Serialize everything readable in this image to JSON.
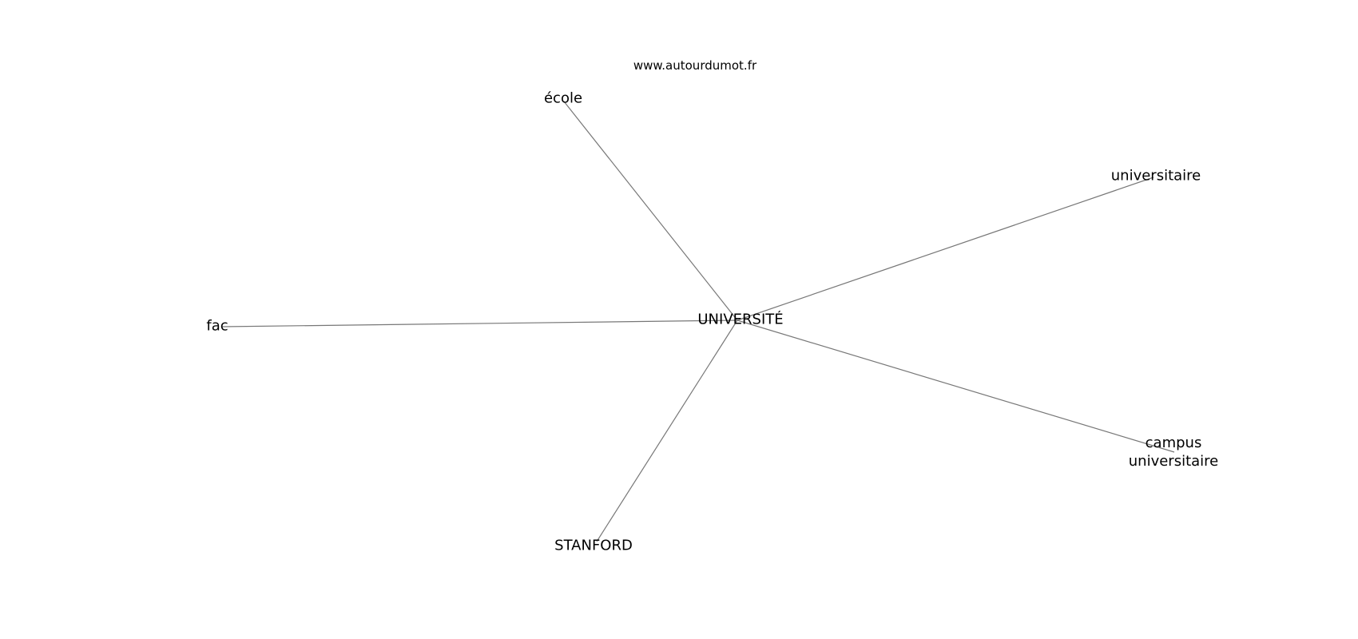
{
  "title": "www.autourdumot.fr",
  "center": {
    "id": "universite",
    "label": "UNIVERSITÉ"
  },
  "nodes": [
    {
      "id": "ecole",
      "label": "école"
    },
    {
      "id": "universitaire",
      "label": "universitaire"
    },
    {
      "id": "fac",
      "label": "fac"
    },
    {
      "id": "campus",
      "label_line1": "campus",
      "label_line2": "universitaire"
    },
    {
      "id": "stanford",
      "label": "STANFORD"
    }
  ],
  "edges": [
    [
      "universite",
      "ecole"
    ],
    [
      "universite",
      "universitaire"
    ],
    [
      "universite",
      "fac"
    ],
    [
      "universite",
      "campus"
    ],
    [
      "universite",
      "stanford"
    ]
  ],
  "edge_color": "#777777"
}
